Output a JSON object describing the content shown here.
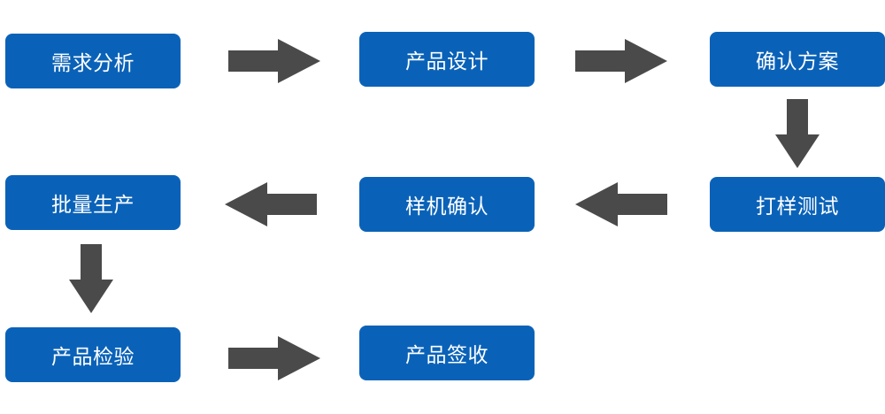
{
  "diagram": {
    "colors": {
      "node_fill": "#0a62b8",
      "node_text": "#ffffff",
      "arrow_fill": "#4a4a4a",
      "background": "#ffffff"
    },
    "steps": [
      {
        "id": "step-1",
        "label": "需求分析"
      },
      {
        "id": "step-2",
        "label": "产品设计"
      },
      {
        "id": "step-3",
        "label": "确认方案"
      },
      {
        "id": "step-4",
        "label": "打样测试"
      },
      {
        "id": "step-5",
        "label": "样机确认"
      },
      {
        "id": "step-6",
        "label": "批量生产"
      },
      {
        "id": "step-7",
        "label": "产品检验"
      },
      {
        "id": "step-8",
        "label": "产品签收"
      }
    ],
    "connections": [
      {
        "from": "step-1",
        "to": "step-2",
        "direction": "right"
      },
      {
        "from": "step-2",
        "to": "step-3",
        "direction": "right"
      },
      {
        "from": "step-3",
        "to": "step-4",
        "direction": "down"
      },
      {
        "from": "step-4",
        "to": "step-5",
        "direction": "left"
      },
      {
        "from": "step-5",
        "to": "step-6",
        "direction": "left"
      },
      {
        "from": "step-6",
        "to": "step-7",
        "direction": "down"
      },
      {
        "from": "step-7",
        "to": "step-8",
        "direction": "right"
      }
    ]
  }
}
